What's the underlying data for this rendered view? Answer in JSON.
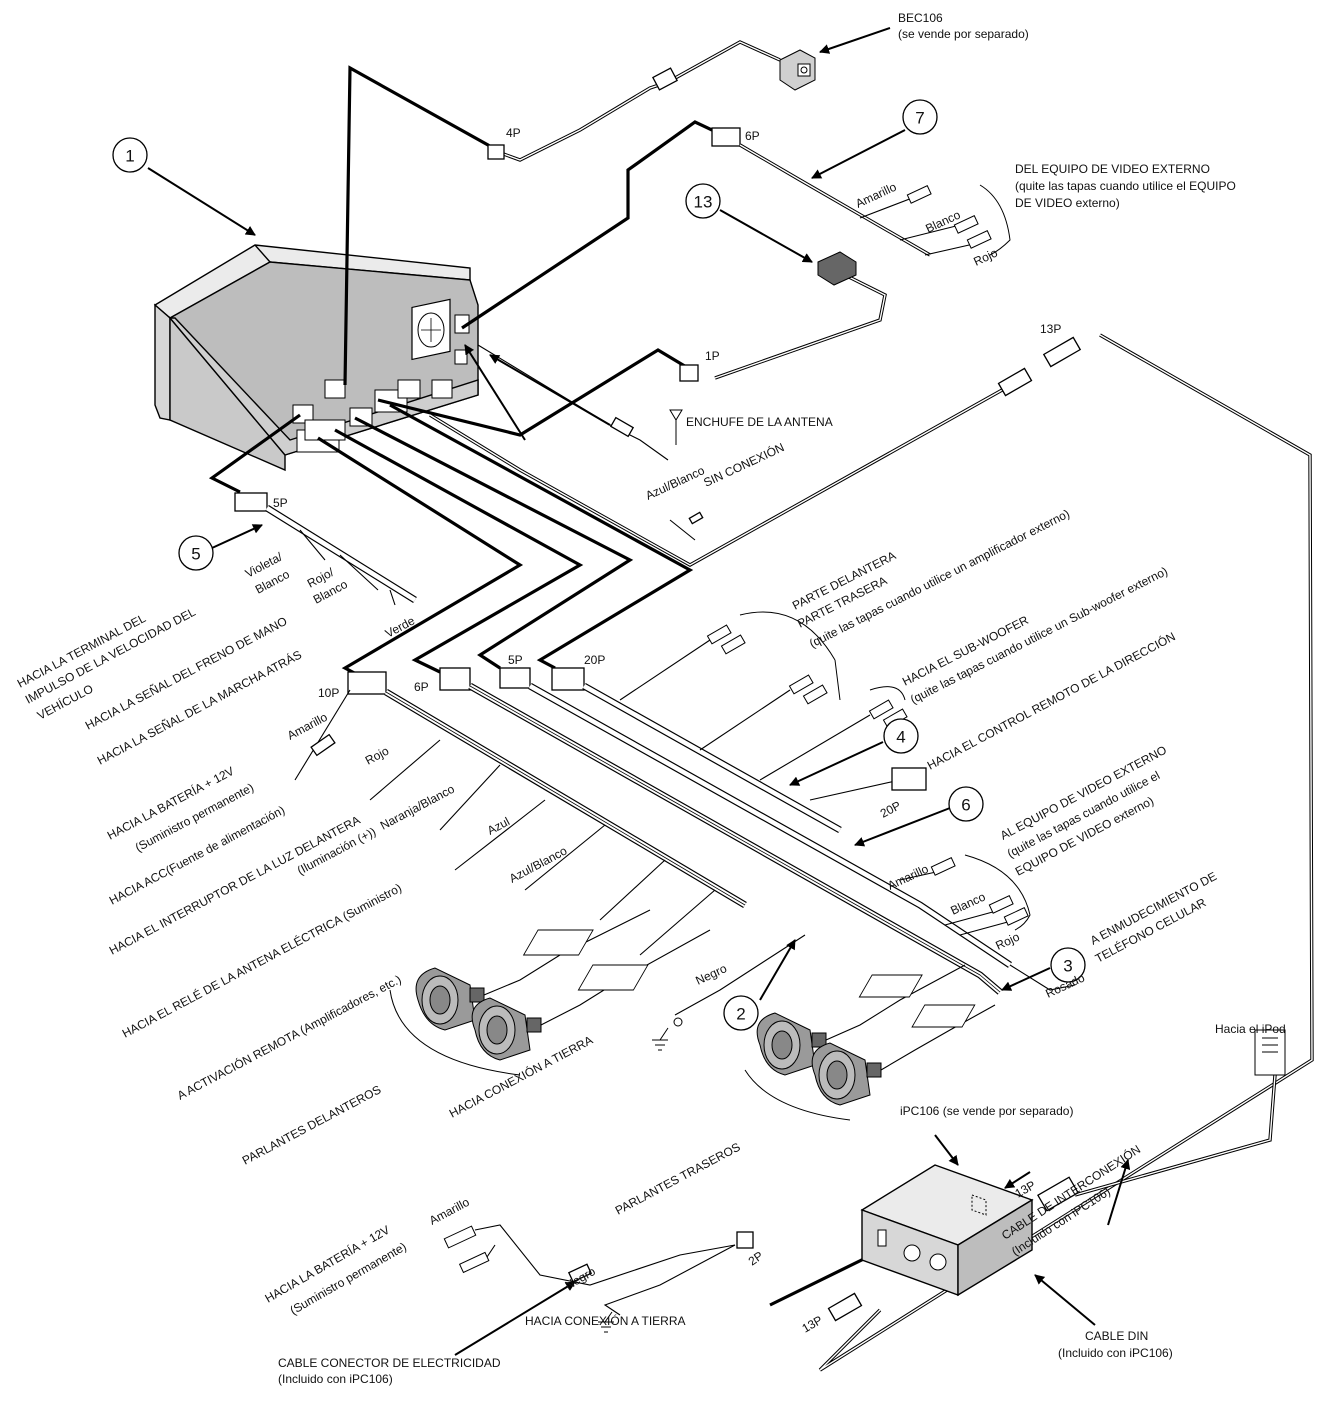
{
  "labels": {
    "bec_name": "BEC106",
    "bec_note": "(se vende por separado)",
    "ext_video_in_1": "DEL EQUIPO DE VIDEO EXTERNO",
    "ext_video_in_2": "(quite las tapas cuando utilice el EQUIPO",
    "ext_video_in_3": "DE VIDEO externo)",
    "amarillo_1": "Amarillo",
    "blanco_1": "Blanco",
    "rojo_1": "Rojo",
    "antenna": "ENCHUFE DE LA ANTENA",
    "azul_blanco_1": "Azul/Blanco",
    "sin_conexion": "SIN CONEXIÓN",
    "pin_4p": "4P",
    "pin_6p_top": "6P",
    "pin_1p": "1P",
    "pin_13p_top": "13P",
    "pin_5p_left": "5P",
    "pin_10p": "10P",
    "pin_6p_mid": "6P",
    "pin_5p_mid": "5P",
    "pin_20p": "20P",
    "pin_20p_remote": "20P",
    "pin_13p_ipc_top": "13P",
    "pin_13p_ipc_bottom": "13P",
    "pin_2p": "2P",
    "front_rear_1": "PARTE DELANTERA",
    "front_rear_2": "PARTE TRASERA",
    "front_rear_3": "(quite las tapas cuando utilice un amplificador externo)",
    "subwoofer_1": "HACIA EL SUB-WOOFER",
    "subwoofer_2": "(quite las tapas cuando utilice un Sub-woofer externo)",
    "steering": "HACIA EL CONTROL REMOTO DE LA DIRECCIÓN",
    "ext_video_out_1": "AL EQUIPO DE VIDEO EXTERNO",
    "ext_video_out_2": "(quite las tapas cuando utilice el",
    "ext_video_out_3": "EQUIPO DE VIDEO externo)",
    "amarillo_2": "Amarillo",
    "blanco_2": "Blanco",
    "rojo_2": "Rojo",
    "phone_mute_1": "A ENMUDECIMIENTO DE",
    "phone_mute_2": "TELÉFONO CELULAR",
    "rosado": "Rosado",
    "violeta_blanco_1": "Violeta/",
    "violeta_blanco_2": "Blanco",
    "rojo_blanco_1": "Rojo/",
    "rojo_blanco_2": "Blanco",
    "verde": "Verde",
    "speed_1": "HACIA LA TERMINAL DEL",
    "speed_2": "IMPULSO DE LA VELOCIDAD DEL",
    "speed_3": "VEHÍCULO",
    "parking_brake": "HACIA LA SEÑAL DEL FRENO DE MANO",
    "reverse": "HACIA LA SEÑAL DE LA MARCHA ATRÁS",
    "amarillo_3": "Amarillo",
    "battery_1": "HACIA LA BATERÍA + 12V",
    "battery_2": "(Suministro permanente)",
    "rojo_3": "Rojo",
    "acc": "HACIA ACC(Fuente de alimentación)",
    "naranja_blanco": "Naranja/Blanco",
    "illum_1": "HACIA EL INTERRUPTOR DE LA LUZ DELANTERA",
    "illum_2": "(Iluminación (+))",
    "azul": "Azul",
    "power_antenna": "HACIA EL RELÉ DE LA ANTENA ELÉCTRICA (Suministro)",
    "azul_blanco_2": "Azul/Blanco",
    "remote_on": "A ACTIVACIÓN REMOTA (Amplificadores, etc.)",
    "negro_1": "Negro",
    "ground_1": "HACIA CONEXIÓN A TIERRA",
    "front_speakers": "PARLANTES DELANTEROS",
    "rear_speakers": "PARLANTES TRASEROS",
    "ipod": "Hacia el iPod",
    "ipc_name": "iPC106 (se vende por separado)",
    "interconnect_1": "CABLE DE INTERCONEXIÓN",
    "interconnect_2": "(Incluido con iPC106)",
    "amarillo_4": "Amarillo",
    "battery2_1": "HACIA LA BATERÍA + 12V",
    "battery2_2": "(Suministro permanente)",
    "negro_2": "Negro",
    "ground_2": "HACIA CONEXIÓN A TIERRA",
    "power_cable_1": "CABLE CONECTOR DE ELECTRICIDAD",
    "power_cable_2": "(Incluido con iPC106)",
    "din_cable_1": "CABLE DIN",
    "din_cable_2": "(Incluido con iPC106)"
  },
  "callouts": {
    "c1": "1",
    "c2": "2",
    "c3": "3",
    "c4": "4",
    "c5": "5",
    "c6": "6",
    "c7": "7",
    "c13": "13"
  }
}
